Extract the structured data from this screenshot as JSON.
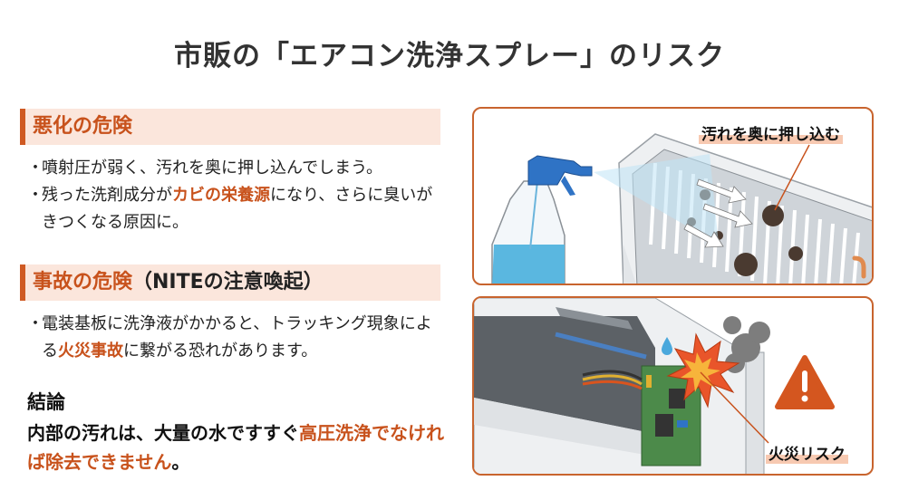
{
  "title": "市販の「エアコン洗浄スプレー」のリスク",
  "sections": [
    {
      "heading": "悪化の危険",
      "heading_suffix": "",
      "bullets": [
        {
          "parts": [
            "噴射圧が弱く、汚れを奥に押し込んでしまう。"
          ]
        },
        {
          "before": "残った洗剤成分が",
          "highlight": "カビの栄養源",
          "after": "になり、さらに臭いがきつくなる原因に。"
        }
      ]
    },
    {
      "heading": "事故の危険",
      "heading_suffix": "（NITEの注意喚起）",
      "bullets": [
        {
          "before": "電装基板に洗浄液がかかると、トラッキング現象による",
          "highlight": "火災事故",
          "after": "に繋がる恐れがあります。"
        }
      ]
    }
  ],
  "conclusion": {
    "title": "結論",
    "before": "内部の汚れは、大量の水ですすぐ",
    "highlight": "高圧洗浄でなければ除去できません",
    "after": "。"
  },
  "illustrations": {
    "panel1": {
      "callout": "汚れを奥に押し込む",
      "icons": [
        "spray-bottle-icon",
        "aircon-fins",
        "arrow-icon",
        "dirt-spot"
      ]
    },
    "panel2": {
      "callout": "火災リスク",
      "icons": [
        "circuit-board",
        "water-drop-icon",
        "spark-explosion-icon",
        "smoke-icon",
        "warning-triangle-icon"
      ]
    }
  },
  "colors": {
    "accent": "#c8521c",
    "heading_bg": "#fbe6dc",
    "panel_border": "#c8642e",
    "warning": "#d4561f",
    "text": "#222222"
  }
}
